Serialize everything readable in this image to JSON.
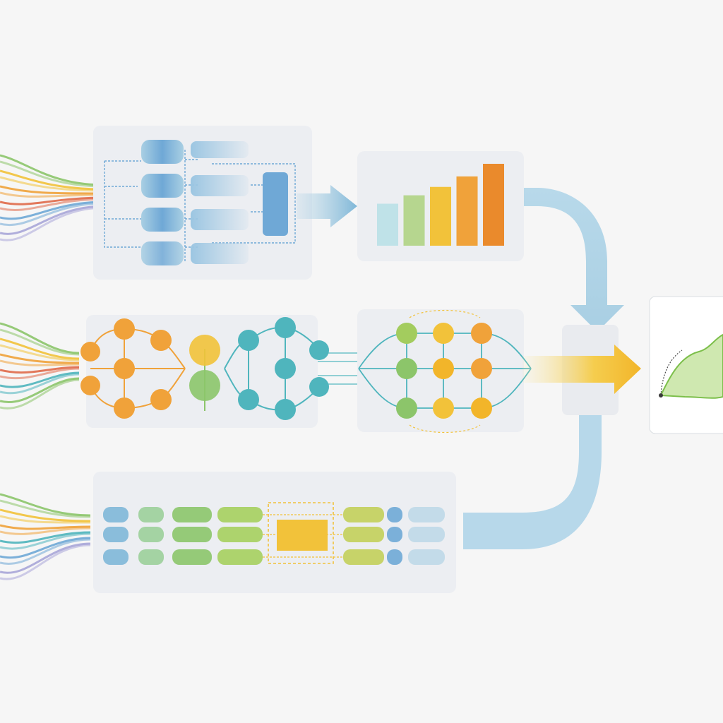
{
  "diagram": {
    "background": "#f6f6f6",
    "panel_fill": "#eceef2",
    "palette": {
      "blue": "#6fa8d6",
      "light_blue": "#a9cfe3",
      "teal": "#4fb5bd",
      "green": "#8cc56a",
      "yellow": "#f2c23a",
      "orange": "#f0a23a",
      "dark_orange": "#ea8a2c",
      "red": "#e06a4a",
      "purple": "#a9a6d8"
    },
    "input_streams": [
      {
        "name": "stream-top",
        "colors": [
          "#8cc56a",
          "#f2c23a",
          "#f0a23a",
          "#e06a4a",
          "#6fa8d6",
          "#a9a6d8"
        ]
      },
      {
        "name": "stream-middle",
        "colors": [
          "#8cc56a",
          "#f2c23a",
          "#f0a23a",
          "#e06a4a",
          "#4fb5bd",
          "#8cc56a"
        ]
      },
      {
        "name": "stream-bottom",
        "colors": [
          "#8cc56a",
          "#f2c23a",
          "#f0a23a",
          "#4fb5bd",
          "#6fa8d6",
          "#a9a6d8"
        ]
      }
    ],
    "bar_chart": {
      "type": "bar",
      "values": [
        2,
        2.4,
        2.8,
        3.3,
        3.9
      ],
      "colors": [
        "#bfe2e8",
        "#b6d68f",
        "#f2c23a",
        "#f0a23a",
        "#ea8a2c"
      ]
    },
    "output_panel": {
      "curve_color": "#7cbf4a",
      "fill_color": "#cfe8b0",
      "icon": "area-chart-icon"
    },
    "neural_stage": {
      "left_nodes": "orange",
      "center_nodes": "yellow-green",
      "right_nodes": "teal"
    }
  }
}
